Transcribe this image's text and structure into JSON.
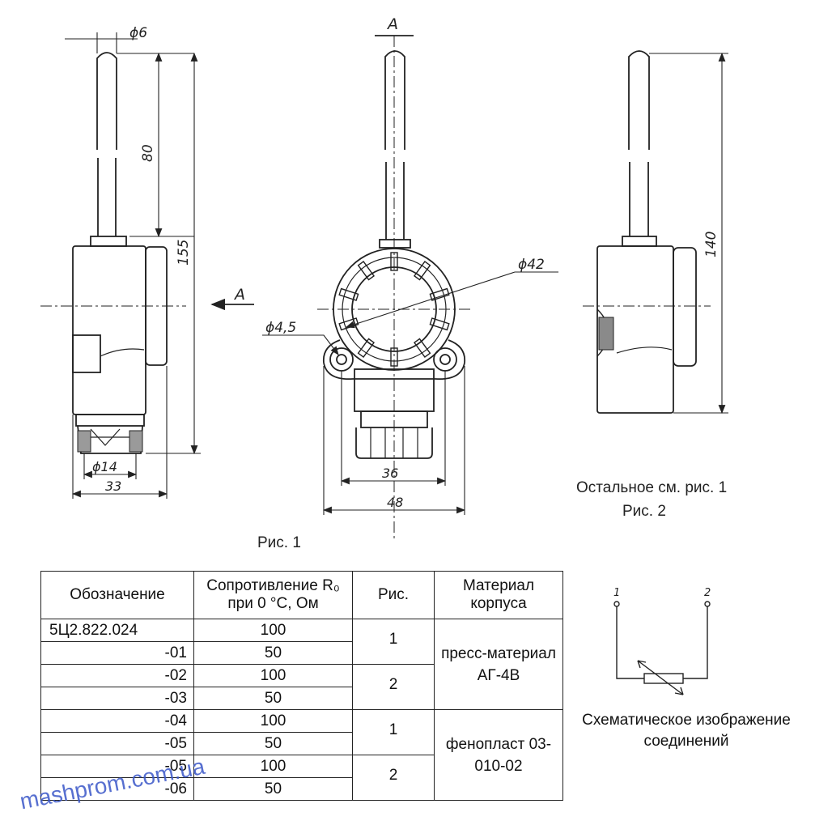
{
  "drawing": {
    "dims": {
      "d6": "ϕ6",
      "len80": "80",
      "len155": "155",
      "d14": "ϕ14",
      "w33": "33",
      "view_a_top": "A",
      "view_a_arrow": "A",
      "d42": "ϕ42",
      "d45": "ϕ4,5",
      "w36": "36",
      "w48": "48",
      "len140": "140"
    },
    "captions": {
      "fig1": "Рис. 1",
      "fig2_note": "Остальное см. рис. 1",
      "fig2": "Рис. 2"
    }
  },
  "table": {
    "headers": [
      "Обозначение",
      "Сопротивление R₀ при 0 °С, Ом",
      "Рис.",
      "Материал корпуса"
    ],
    "rows": [
      {
        "designation": "5Ц2.822.024",
        "resistance": "100"
      },
      {
        "designation": "-01",
        "resistance": "50"
      },
      {
        "designation": "-02",
        "resistance": "100"
      },
      {
        "designation": "-03",
        "resistance": "50"
      },
      {
        "designation": "-04",
        "resistance": "100"
      },
      {
        "designation": "-05",
        "resistance": "50"
      },
      {
        "designation": "-05",
        "resistance": "100"
      },
      {
        "designation": "-06",
        "resistance": "50"
      }
    ],
    "figures": [
      "1",
      "2",
      "1",
      "2"
    ],
    "materials": [
      "пресс-материал АГ-4В",
      "фенопласт 03-010-02"
    ]
  },
  "schematic": {
    "pin1": "1",
    "pin2": "2",
    "caption": "Схематическое изображение соединений"
  },
  "watermark": "mashprom.com.ua"
}
